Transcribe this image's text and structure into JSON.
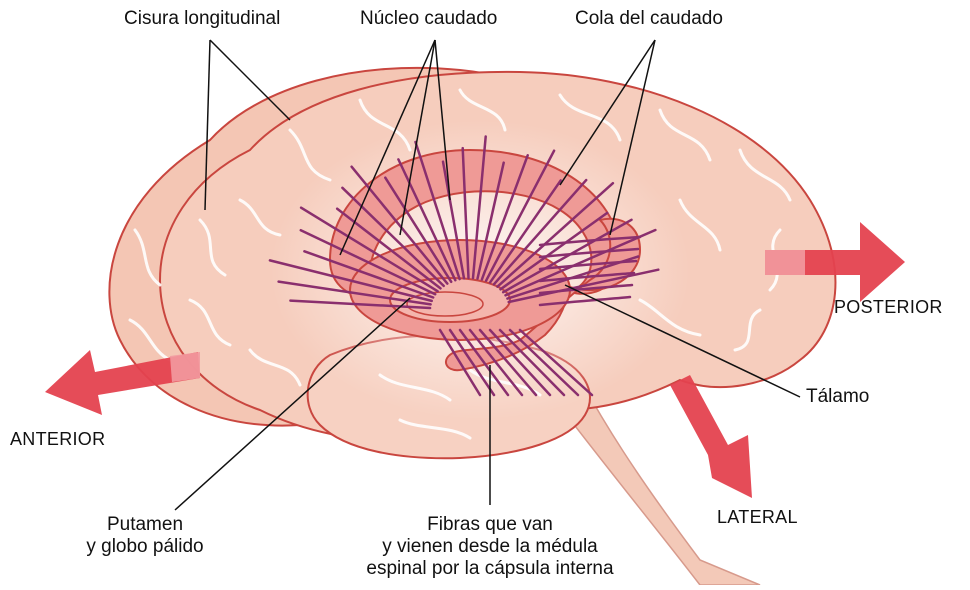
{
  "labels": {
    "longitudinal_fissure": "Cisura longitudinal",
    "caudate_nucleus": "Núcleo caudado",
    "caudate_tail": "Cola del caudado",
    "posterior": "POSTERIOR",
    "anterior": "ANTERIOR",
    "thalamus": "Tálamo",
    "lateral": "LATERAL",
    "putamen_line1": "Putamen",
    "putamen_line2": "y globo pálido",
    "fibers_line1": "Fibras que van",
    "fibers_line2": "y vienen desde la médula",
    "fibers_line3": "espinal por la cápsula interna"
  },
  "colors": {
    "brain_fill": "#f6cdbd",
    "brain_outline": "#c9463f",
    "gyrus_line": "#ffffff",
    "nucleus_fill": "#ef9a96",
    "fiber": "#8a2f6e",
    "arrow": "#e4424f",
    "leader": "#111111"
  }
}
